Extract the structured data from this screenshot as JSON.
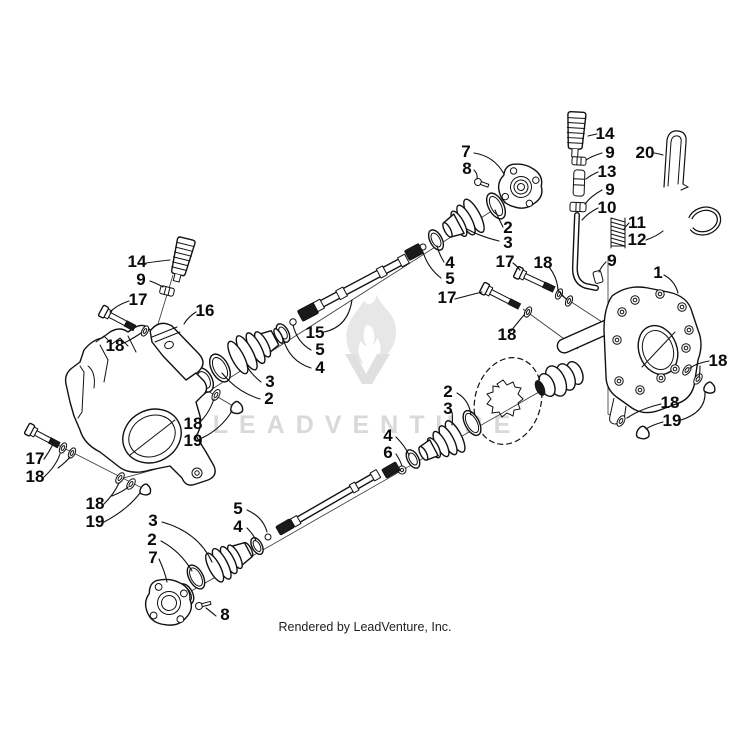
{
  "watermark": {
    "logo": "flame-v-icon",
    "brand_text": "LEADVENTURE"
  },
  "footer": {
    "credit": "Rendered by LeadVenture, Inc."
  },
  "colors": {
    "background": "#ffffff",
    "line": "#111111",
    "watermark": "#d9d9d9"
  },
  "callouts": [
    {
      "label": "7"
    },
    {
      "label": "8"
    },
    {
      "label": "14"
    },
    {
      "label": "9"
    },
    {
      "label": "13"
    },
    {
      "label": "9"
    },
    {
      "label": "10"
    },
    {
      "label": "20"
    },
    {
      "label": "11"
    },
    {
      "label": "12"
    },
    {
      "label": "17"
    },
    {
      "label": "18"
    },
    {
      "label": "9"
    },
    {
      "label": "1"
    },
    {
      "label": "17"
    },
    {
      "label": "18"
    },
    {
      "label": "18"
    },
    {
      "label": "18"
    },
    {
      "label": "19"
    },
    {
      "label": "14"
    },
    {
      "label": "9"
    },
    {
      "label": "17"
    },
    {
      "label": "18"
    },
    {
      "label": "16"
    },
    {
      "label": "15"
    },
    {
      "label": "5"
    },
    {
      "label": "4"
    },
    {
      "label": "3"
    },
    {
      "label": "2"
    },
    {
      "label": "18"
    },
    {
      "label": "19"
    },
    {
      "label": "17"
    },
    {
      "label": "18"
    },
    {
      "label": "18"
    },
    {
      "label": "19"
    },
    {
      "label": "4"
    },
    {
      "label": "5"
    },
    {
      "label": "2"
    },
    {
      "label": "3"
    },
    {
      "label": "3"
    },
    {
      "label": "2"
    },
    {
      "label": "7"
    },
    {
      "label": "5"
    },
    {
      "label": "4"
    },
    {
      "label": "8"
    },
    {
      "label": "2"
    },
    {
      "label": "3"
    },
    {
      "label": "4"
    },
    {
      "label": "6"
    }
  ]
}
